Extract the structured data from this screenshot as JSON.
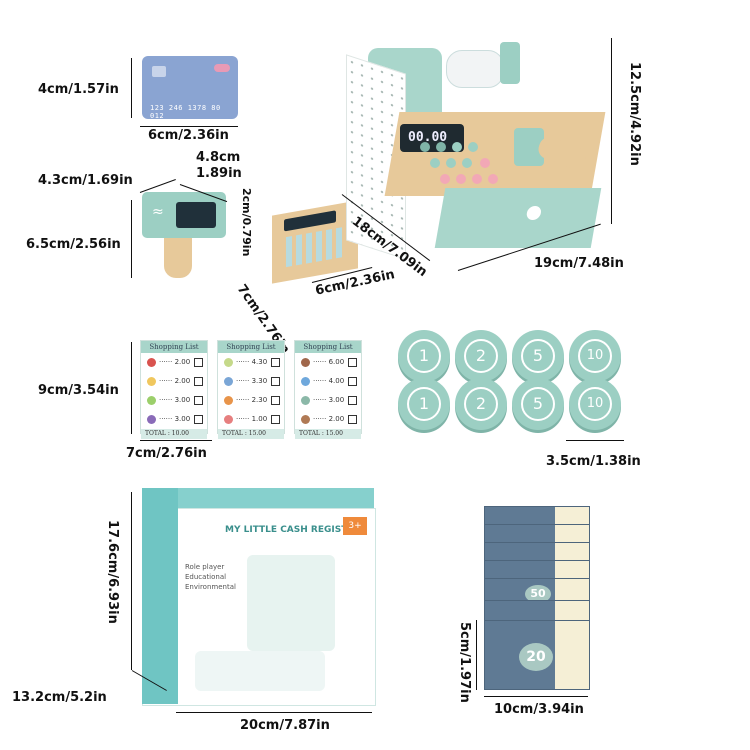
{
  "dimensions": {
    "card_height": "4cm/1.57in",
    "card_width": "6cm/2.36in",
    "card_number": "123 246 1378 80 012",
    "scanner_depth": "4.8cm",
    "scanner_depth_in": "1.89in",
    "scanner_width": "4.3cm/1.69in",
    "scanner_height": "6.5cm/2.56in",
    "pos_thickness": "2cm/0.79in",
    "pos_length": "7cm/2.76in",
    "pos_width": "6cm/2.36in",
    "register_depth": "18cm/7.09in",
    "register_width": "19cm/7.48in",
    "register_height": "12.5cm/4.92in",
    "list_height": "9cm/3.54in",
    "list_width": "7cm/2.76in",
    "coin_diameter": "3.5cm/1.38in",
    "box_height": "17.6cm/6.93in",
    "box_depth": "13.2cm/5.2in",
    "box_width": "20cm/7.87in",
    "bill_height": "5cm/1.97in",
    "bill_width": "10cm/3.94in"
  },
  "register_display": "00.00",
  "coins": [
    "1",
    "2",
    "5",
    "10",
    "1",
    "2",
    "5",
    "10"
  ],
  "shopping_lists": [
    {
      "title": "Shopping List",
      "prices": [
        "2.00",
        "2.00",
        "3.00",
        "3.00"
      ],
      "total": "TOTAL :  10.00"
    },
    {
      "title": "Shopping List",
      "prices": [
        "4.30",
        "3.30",
        "2.30",
        "1.00"
      ],
      "total": "TOTAL :  15.00"
    },
    {
      "title": "Shopping List",
      "prices": [
        "6.00",
        "4.00",
        "3.00",
        "2.00"
      ],
      "total": "TOTAL :  15.00"
    }
  ],
  "box": {
    "title": "MY LITTLE CASH REGISTER",
    "age_badge": "3+",
    "features": [
      "Role player",
      "Educational",
      "Environmental"
    ]
  },
  "bills": {
    "top_value": "50",
    "front_value": "20"
  },
  "colors": {
    "mint": "#9ccfc3",
    "teal": "#6fc5c3",
    "card": "#8aa4d2",
    "bill": "#5f7a94",
    "wood": "#e7c99a"
  }
}
